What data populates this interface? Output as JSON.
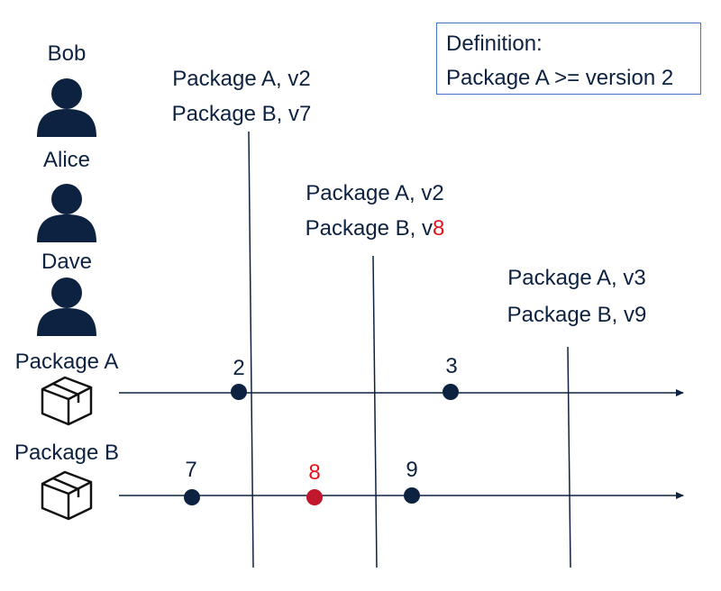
{
  "definition": {
    "title": "Definition:",
    "rule": "Package A >= version 2"
  },
  "people": [
    "Bob",
    "Alice",
    "Dave"
  ],
  "packages": [
    "Package A",
    "Package B"
  ],
  "snapshots": [
    {
      "line1": "Package A, v2",
      "line2_prefix": "Package B, v",
      "line2_version": "7",
      "highlight": false
    },
    {
      "line1": "Package A, v2",
      "line2_prefix": "Package B, v",
      "line2_version": "8",
      "highlight": true
    },
    {
      "line1": "Package A, v3",
      "line2_prefix": "Package B, v",
      "line2_version": "9",
      "highlight": false
    }
  ],
  "package_a_versions": [
    "2",
    "3"
  ],
  "package_b_versions": [
    "7",
    "8",
    "9"
  ],
  "colors": {
    "primary": "#0d2240",
    "highlight": "#e3131c",
    "border": "#4472c4",
    "dot_highlight": "#c0172c"
  },
  "icons": [
    "person-icon",
    "package-box-icon"
  ]
}
